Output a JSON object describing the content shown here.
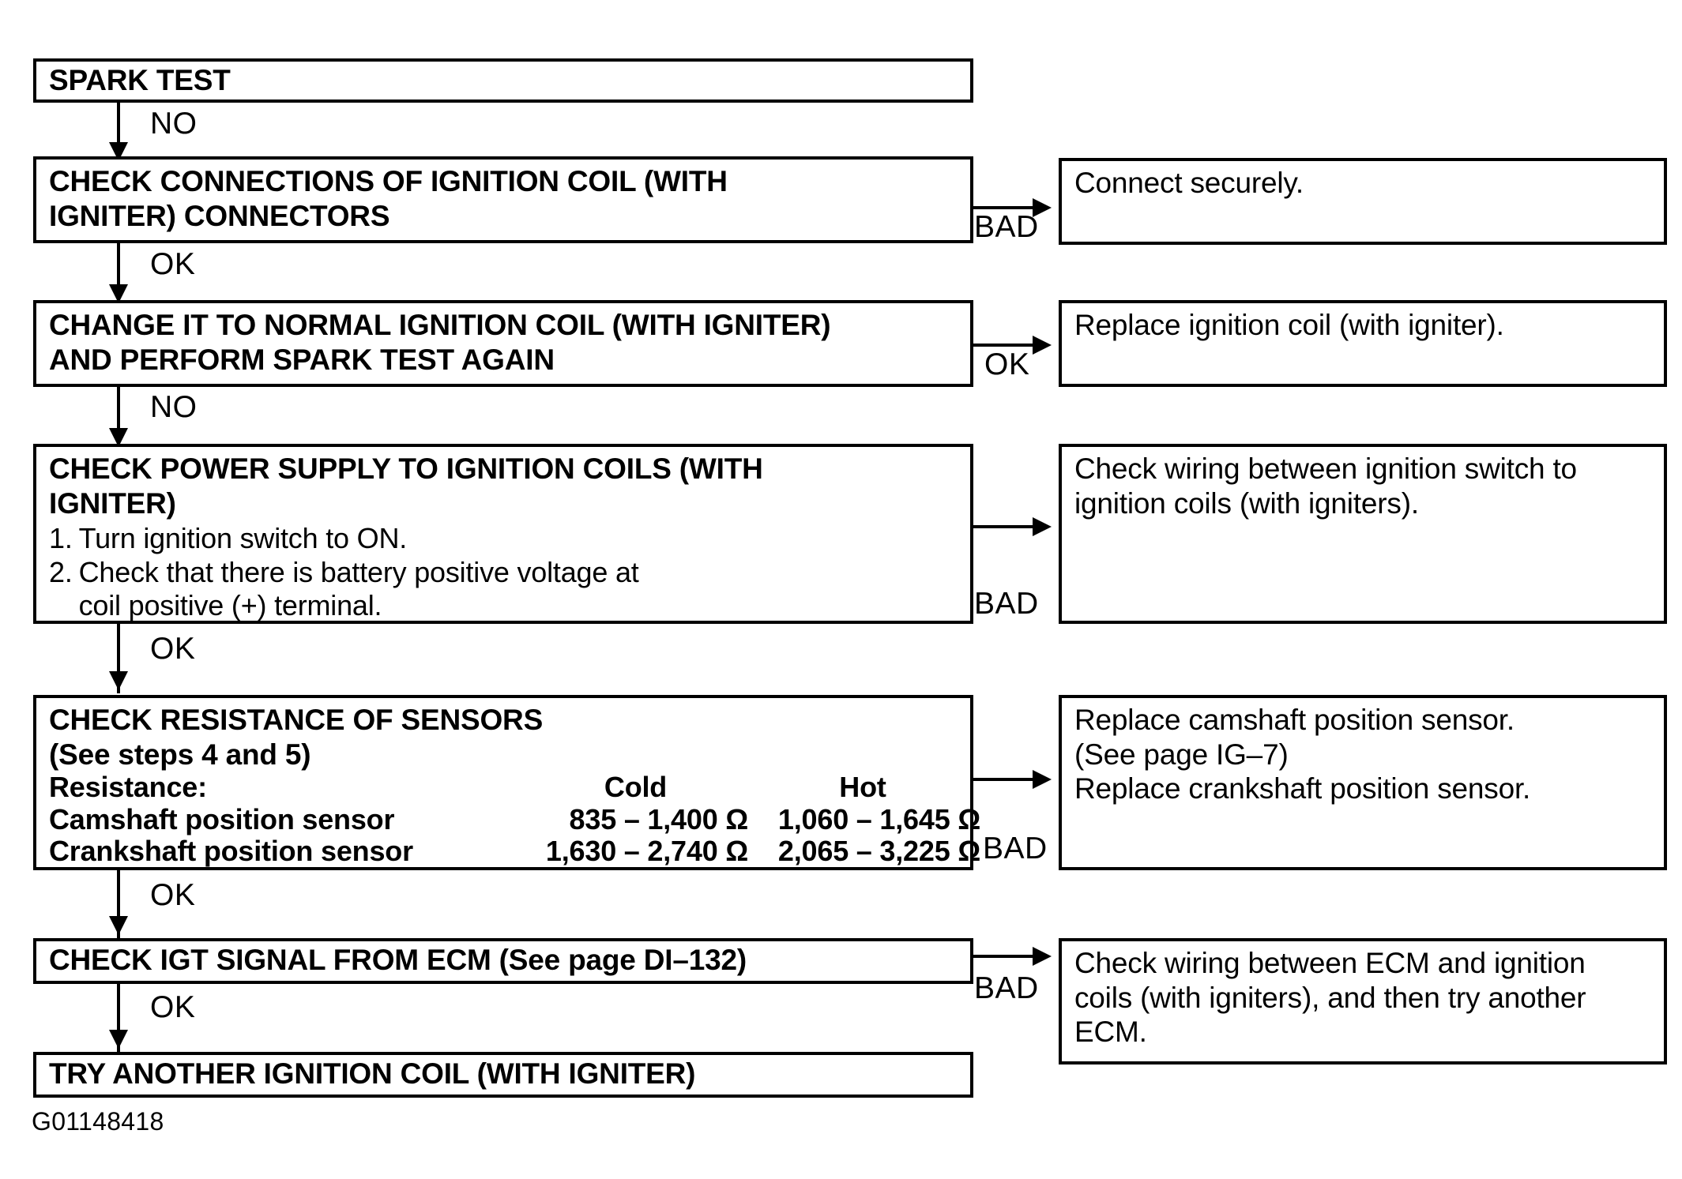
{
  "figure": {
    "code": "G01148418",
    "type": "troubleshooting-flowchart"
  },
  "nodes": {
    "spark_test": {
      "title": "SPARK TEST"
    },
    "check_connections": {
      "line1": "CHECK CONNECTIONS OF IGNITION COIL (WITH",
      "line2": "IGNITER) CONNECTORS"
    },
    "change_coil": {
      "line1": "CHANGE IT TO NORMAL IGNITION COIL (WITH IGNITER)",
      "line2": "AND PERFORM SPARK TEST AGAIN"
    },
    "check_power": {
      "line1": "CHECK POWER SUPPLY TO IGNITION COILS (WITH",
      "line2": "IGNITER)",
      "steps": [
        {
          "num": "1.",
          "text": "Turn ignition switch to ON."
        },
        {
          "num": "2.",
          "text": "Check that there is battery positive voltage at\ncoil positive (+) terminal."
        }
      ]
    },
    "check_resistance": {
      "line1": "CHECK RESISTANCE OF SENSORS",
      "line2": "(See steps 4 and 5)",
      "table": {
        "row_label_header": "Resistance:",
        "col_cold": "Cold",
        "col_hot": "Hot",
        "rows": [
          {
            "label": "Camshaft position sensor",
            "cold": "835 – 1,400 Ω",
            "hot": "1,060 – 1,645 Ω"
          },
          {
            "label": "Crankshaft position sensor",
            "cold": "1,630 – 2,740 Ω",
            "hot": "2,065 – 3,225 Ω"
          }
        ]
      }
    },
    "check_igt": {
      "title": "CHECK IGT SIGNAL FROM ECM (See page DI–132)"
    },
    "try_another": {
      "title": "TRY ANOTHER IGNITION COIL (WITH IGNITER)"
    }
  },
  "results": {
    "connect_securely": {
      "line1": "Connect securely."
    },
    "replace_coil": {
      "line1": "Replace ignition coil (with igniter)."
    },
    "check_wiring_switch": {
      "line1": "Check wiring between ignition switch to",
      "line2": "ignition coils (with igniters)."
    },
    "replace_sensors": {
      "line1": "Replace camshaft position sensor.",
      "line2": "(See page IG–7)",
      "line3": "Replace crankshaft position sensor."
    },
    "check_wiring_ecm": {
      "line1": "Check wiring between ECM and ignition",
      "line2": "coils (with igniters), and then try another",
      "line3": "ECM."
    }
  },
  "edges": {
    "spark_to_connections": "NO",
    "connections_to_connect": "BAD",
    "connections_to_change": "OK",
    "change_to_replace": "OK",
    "change_to_power": "NO",
    "power_to_wiring": "BAD",
    "power_to_resistance": "OK",
    "resistance_to_replace_sensors": "BAD",
    "resistance_to_igt": "OK",
    "igt_to_wiring_ecm": "BAD",
    "igt_to_try_another": "OK"
  }
}
